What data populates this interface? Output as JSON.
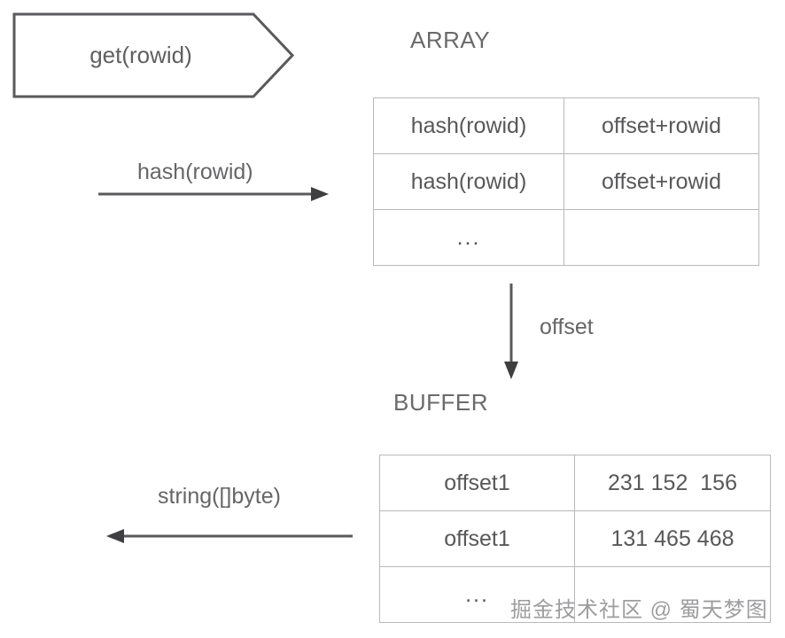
{
  "diagram": {
    "start_block": {
      "label": "get(rowid)",
      "shape": "pentagon-arrow"
    },
    "sections": {
      "array_title": "ARRAY",
      "buffer_title": "BUFFER"
    },
    "edges": {
      "hash_rowid": "hash(rowid)",
      "offset": "offset",
      "string_bytes": "string([]byte)"
    },
    "array_table": {
      "rows": [
        {
          "key": "hash(rowid)",
          "value": "offset+rowid"
        },
        {
          "key": "hash(rowid)",
          "value": "offset+rowid"
        },
        {
          "key": "...",
          "value": ""
        }
      ]
    },
    "buffer_table": {
      "rows": [
        {
          "key": "offset1",
          "value": "231 152  156"
        },
        {
          "key": "offset1",
          "value": "131 465 468"
        },
        {
          "key": "...",
          "value": ""
        }
      ]
    },
    "watermark": "掘金技术社区 @ 蜀天梦图",
    "colors": {
      "background": "#ffffff",
      "stroke": "#5a5a5c",
      "table_border": "#b9b9bb",
      "text": "#58585a",
      "watermark_text": "#9d9d9f"
    }
  }
}
